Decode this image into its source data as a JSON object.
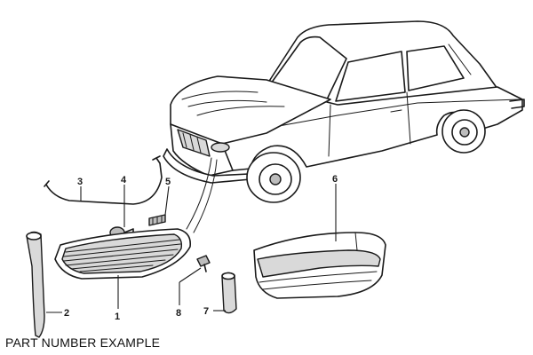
{
  "caption": "PART NUMBER EXAMPLE",
  "callouts": {
    "p1": "1",
    "p2": "2",
    "p3": "3",
    "p4": "4",
    "p5": "5",
    "p6": "6",
    "p7": "7",
    "p8": "8"
  }
}
